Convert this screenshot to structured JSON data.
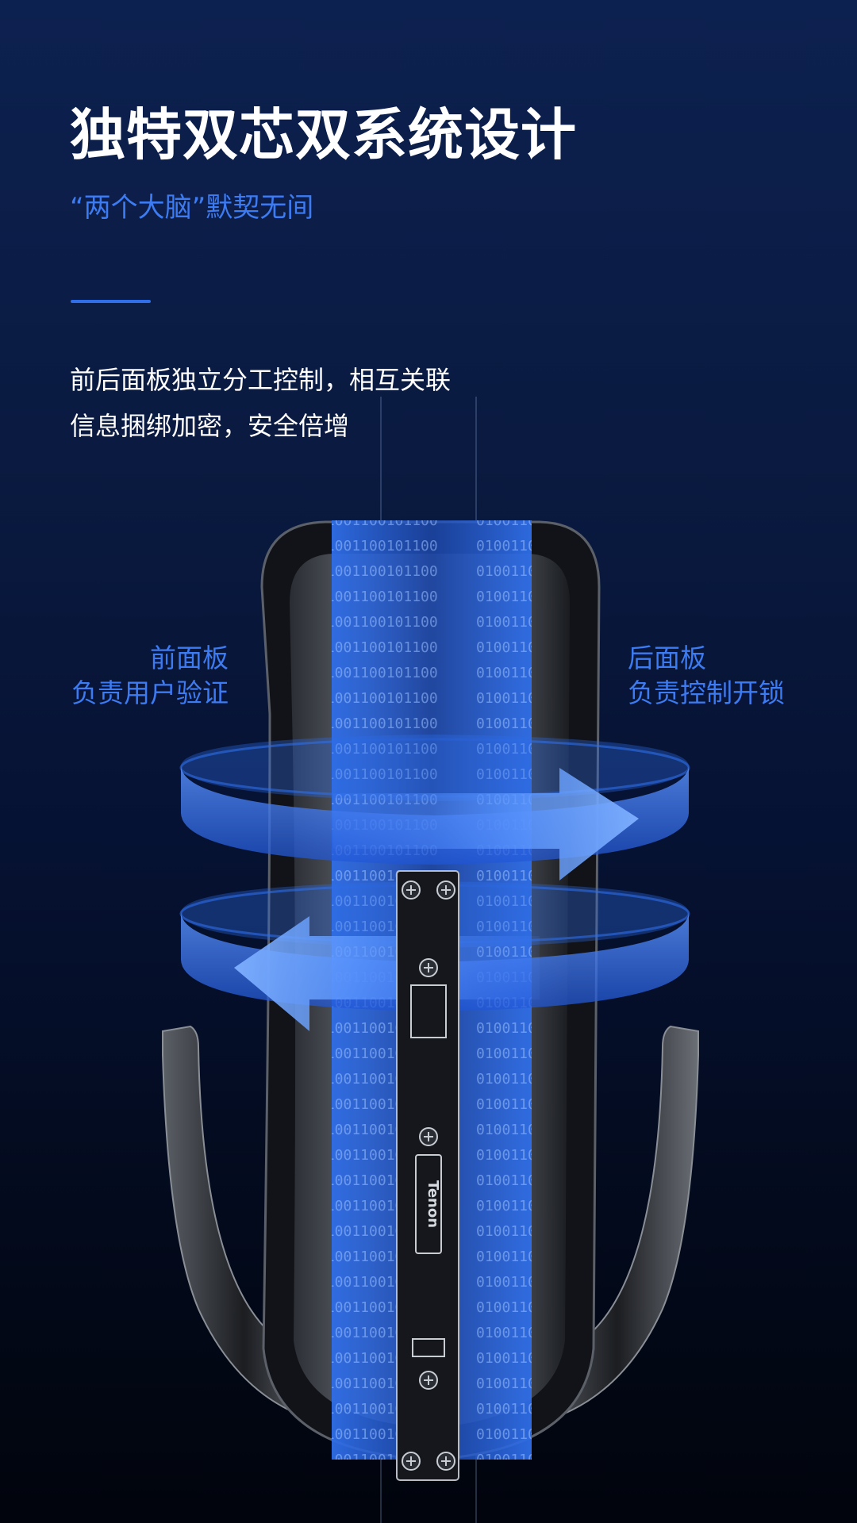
{
  "header": {
    "title": "独特双芯双系统设计",
    "subtitle": "“两个大脑”默契无间"
  },
  "description": {
    "line1": "前后面板独立分工控制，相互关联",
    "line2": "信息捆绑加密，安全倍增"
  },
  "labels": {
    "front": {
      "line1": "前面板",
      "line2": "负责用户验证"
    },
    "back": {
      "line1": "后面板",
      "line2": "负责控制开锁"
    }
  },
  "logo_text": "Tenon",
  "colors": {
    "background_top": "#0d2150",
    "background_bottom": "#01040c",
    "accent_blue": "#3d7bf2",
    "band_blue": "#2f6ee8",
    "text_white": "#ffffff"
  }
}
